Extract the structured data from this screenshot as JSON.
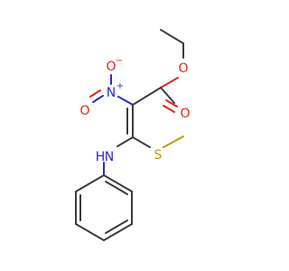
{
  "molecule": {
    "atoms": {
      "ester_o": "O",
      "carbonyl_o": "O",
      "nitro_o_minus": "O",
      "nitro_o_minus_charge": "−",
      "nitro_n": "N",
      "nitro_n_charge": "+",
      "nitro_o": "O",
      "sulfur": "S",
      "amine_n": "N",
      "amine_h": "H"
    },
    "colors": {
      "carbon_bond": "#3c3c3c",
      "oxygen": "#e8231c",
      "nitrogen": "#2a2ad8",
      "sulfur": "#b8a000"
    }
  }
}
